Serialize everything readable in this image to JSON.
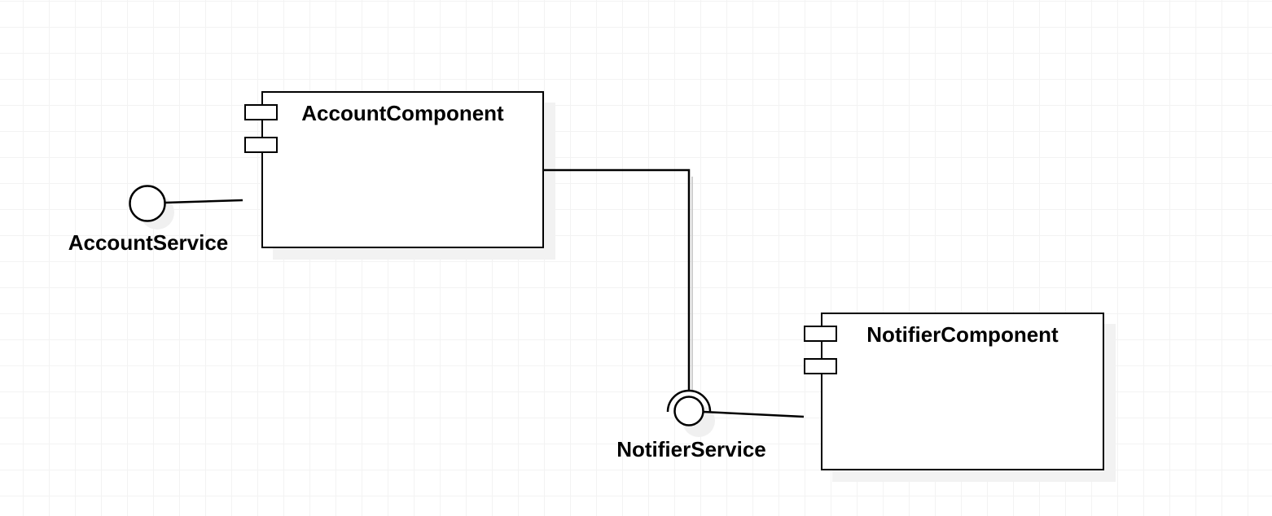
{
  "canvas": {
    "background_color": "#ffffff",
    "grid_color": "#f3f3f3",
    "stroke_color": "#000000",
    "shadow_color": "#f2f2f2",
    "text_color": "#000000"
  },
  "diagram": {
    "type": "uml-component-diagram",
    "components": [
      {
        "label": "AccountComponent"
      },
      {
        "label": "NotifierComponent"
      }
    ],
    "interfaces": [
      {
        "label": "AccountService",
        "kind": "provided-interface-lollipop"
      },
      {
        "label": "NotifierService",
        "kind": "ball-and-socket"
      }
    ],
    "connectors": [
      {
        "from": "AccountService",
        "to": "AccountComponent"
      },
      {
        "from": "AccountComponent",
        "to": "NotifierService"
      },
      {
        "from": "NotifierService",
        "to": "NotifierComponent"
      }
    ]
  }
}
